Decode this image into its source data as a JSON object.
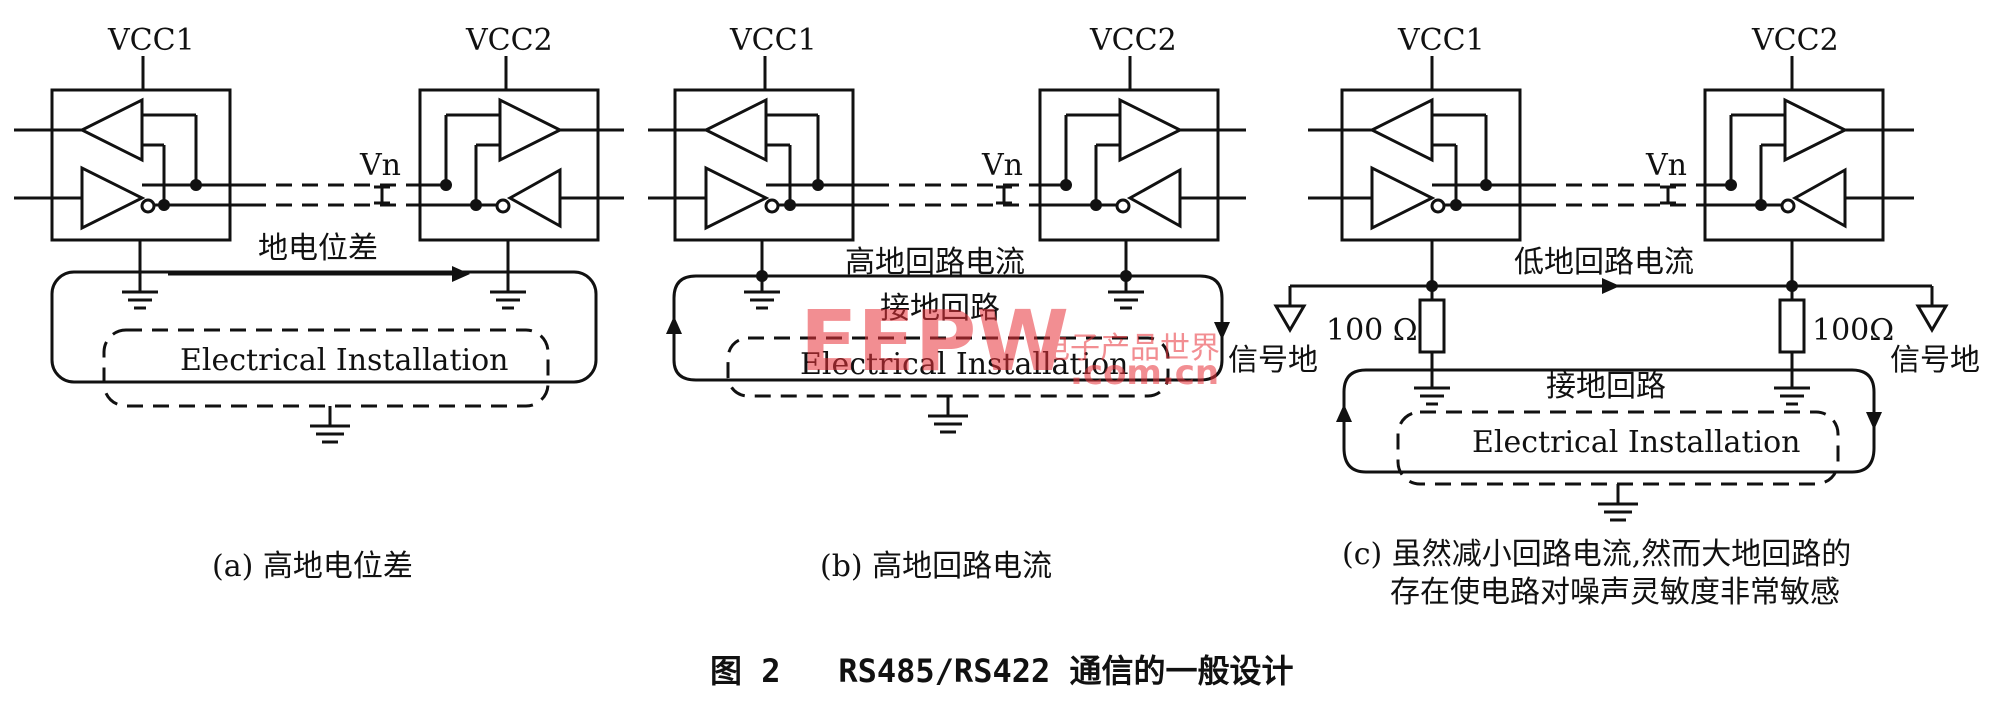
{
  "panels": [
    {
      "id": "a",
      "vcc1": "VCC1",
      "vcc2": "VCC2",
      "vn": "Vn",
      "arrow_label": "地电位差",
      "installation": "Electrical Installation",
      "caption": "(a) 高地电位差"
    },
    {
      "id": "b",
      "vcc1": "VCC1",
      "vcc2": "VCC2",
      "vn": "Vn",
      "current_label": "高地回路电流",
      "loop_label": "接地回路",
      "installation": "Electrical Installation",
      "caption": "(b) 高地回路电流"
    },
    {
      "id": "c",
      "vcc1": "VCC1",
      "vcc2": "VCC2",
      "vn": "Vn",
      "current_label": "低地回路电流",
      "resistor_left": "100 Ω",
      "resistor_right": "100Ω",
      "signal_ground": "信号地",
      "loop_label": "接地回路",
      "installation": "Electrical Installation",
      "caption_line1": "(c) 虽然减小回路电流,然而大地回路的",
      "caption_line2": "存在使电路对噪声灵敏度非常敏感"
    }
  ],
  "watermark": {
    "logo": "EEPW",
    "cn": "电子产品世界",
    "url": ".com.cn"
  },
  "figure_title": "图 2   RS485/RS422 通信的一般设计"
}
